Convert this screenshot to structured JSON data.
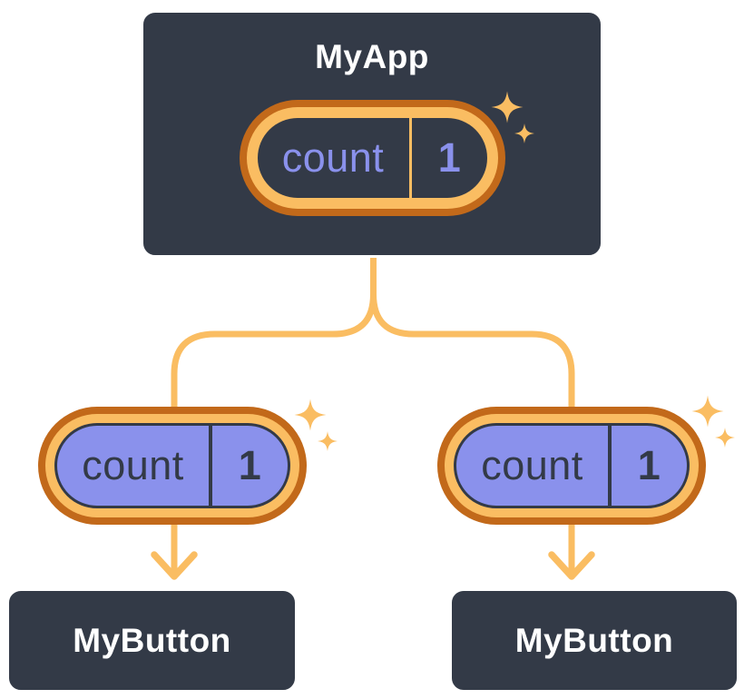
{
  "diagram": {
    "root": {
      "title": "MyApp",
      "state": {
        "label": "count",
        "value": "1"
      }
    },
    "children": [
      {
        "title": "MyButton",
        "prop": {
          "label": "count",
          "value": "1"
        }
      },
      {
        "title": "MyButton",
        "prop": {
          "label": "count",
          "value": "1"
        }
      }
    ]
  },
  "colors": {
    "card_bg": "#333A47",
    "card_border": "#FFFFFF",
    "accent_light": "#FABD62",
    "accent_dark": "#C2691A",
    "purple": "#8A91EC",
    "text_light": "#FFFFFF",
    "text_dark": "#333A47"
  }
}
